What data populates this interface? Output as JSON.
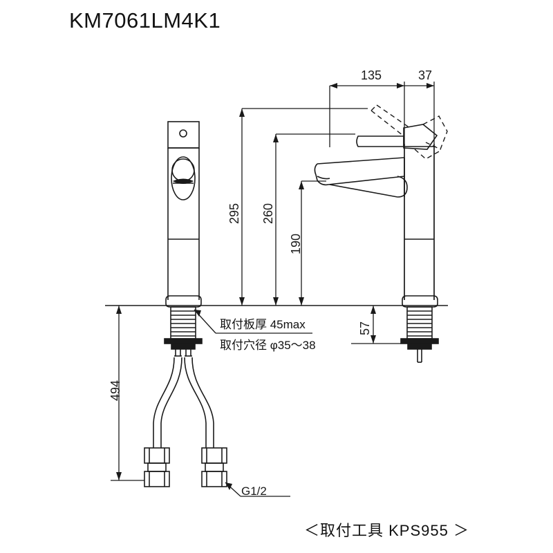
{
  "page": {
    "title": "KM7061LM4K1",
    "caption": "＜取付工具 KPS955 ＞",
    "background_color": "#ffffff",
    "line_color": "#1a1a1a"
  },
  "drawing": {
    "type": "technical-dimension-drawing",
    "subject": "single-lever-faucet",
    "views": [
      {
        "name": "front-view",
        "position": "left"
      },
      {
        "name": "side-view",
        "position": "right"
      }
    ],
    "reference_line": "counter-deck-line"
  },
  "dimensions": {
    "horizontal": [
      {
        "id": "dim-135",
        "value": "135",
        "orientation": "horizontal"
      },
      {
        "id": "dim-37",
        "value": "37",
        "orientation": "horizontal"
      }
    ],
    "vertical": [
      {
        "id": "dim-295",
        "value": "295",
        "orientation": "vertical"
      },
      {
        "id": "dim-260",
        "value": "260",
        "orientation": "vertical"
      },
      {
        "id": "dim-190",
        "value": "190",
        "orientation": "vertical"
      },
      {
        "id": "dim-494",
        "value": "494",
        "orientation": "vertical"
      },
      {
        "id": "dim-57",
        "value": "57",
        "orientation": "vertical"
      }
    ]
  },
  "annotations": {
    "mounting_plate_thickness": "取付板厚 45max",
    "mounting_hole_diameter": "取付穴径 φ35〜38",
    "thread_spec": "G1/2"
  }
}
